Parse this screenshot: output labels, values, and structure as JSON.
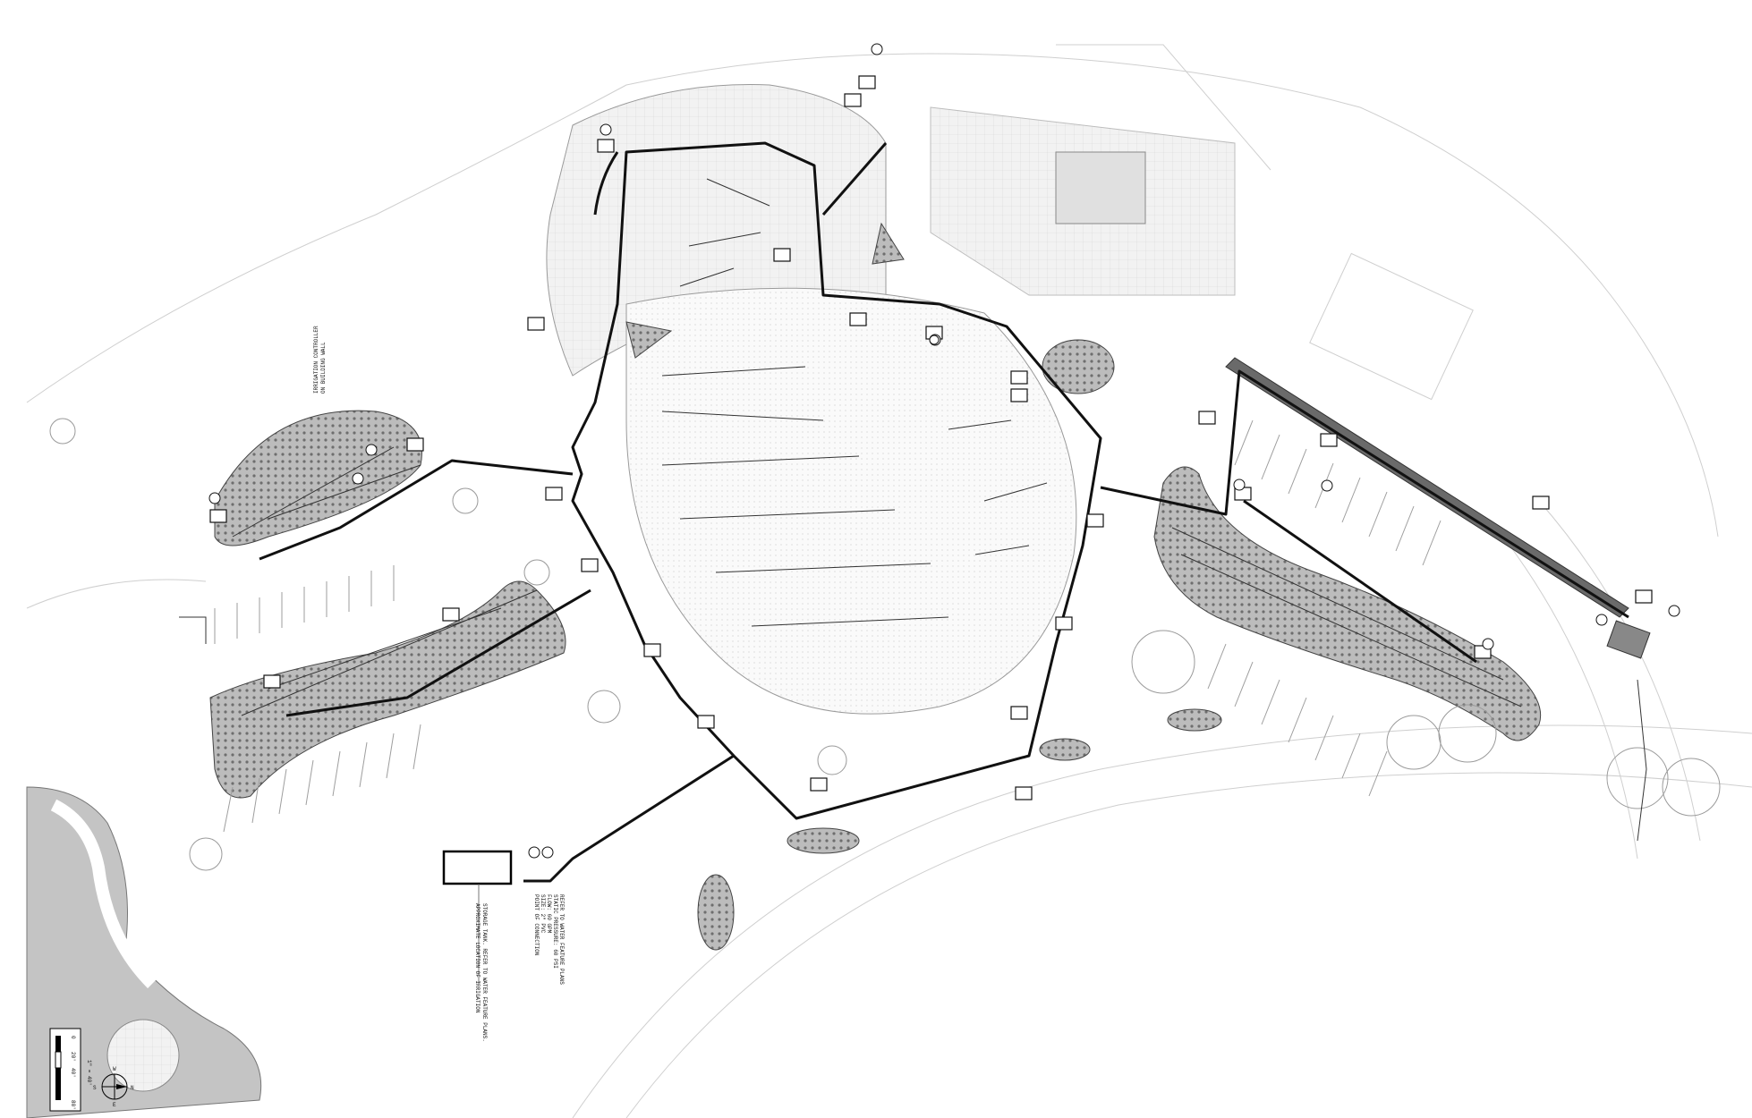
{
  "plan": {
    "callout_note": [
      "APPROXIMATE LOCATION OF IRRIGATION",
      "STORAGE TANK. REFER TO WATER FEATURE PLANS."
    ],
    "poc_note": [
      "POINT OF CONNECTION",
      "SIZE: 2\" PVC",
      "FLOW: 60 GPM",
      "STATIC PRESSURE: 60 PSI",
      "REFER TO WATER FEATURE PLANS"
    ],
    "building_note": [
      "IRRIGATION CONTROLLER",
      "ON BUILDING WALL"
    ],
    "scale": {
      "ticks": [
        "0",
        "20'",
        "40'",
        "80'"
      ],
      "text": "1\" = 40'"
    },
    "north_arrow": {
      "n": "N",
      "s": "S",
      "e": "E",
      "w": "W"
    },
    "colors": {
      "line": "#111111",
      "paving": "#e4e4e4",
      "planting": "#8a8a8a",
      "water": "#bdbdbd"
    }
  }
}
